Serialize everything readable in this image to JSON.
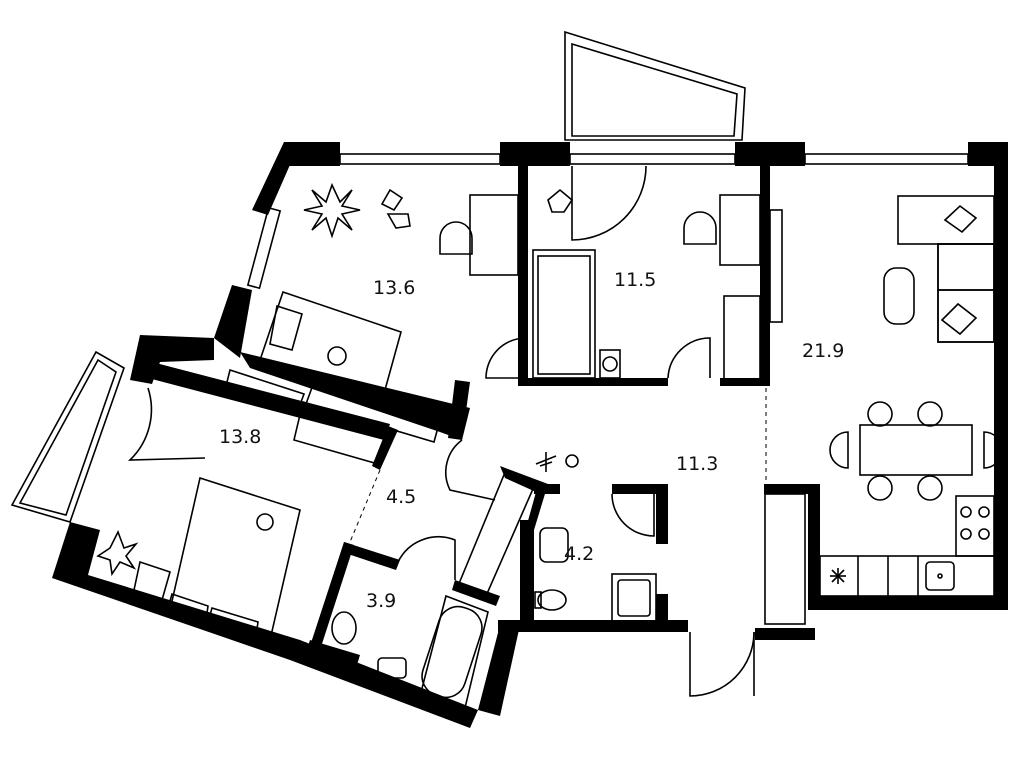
{
  "plan": {
    "rooms": [
      {
        "id": "bedroom-1",
        "area": "13.6"
      },
      {
        "id": "bedroom-2",
        "area": "11.5"
      },
      {
        "id": "living-kitchen",
        "area": "21.9"
      },
      {
        "id": "master-bedroom",
        "area": "13.8"
      },
      {
        "id": "hallway",
        "area": "11.3"
      },
      {
        "id": "wardrobe",
        "area": "4.5"
      },
      {
        "id": "wc",
        "area": "4.2"
      },
      {
        "id": "bathroom",
        "area": "3.9"
      }
    ]
  }
}
